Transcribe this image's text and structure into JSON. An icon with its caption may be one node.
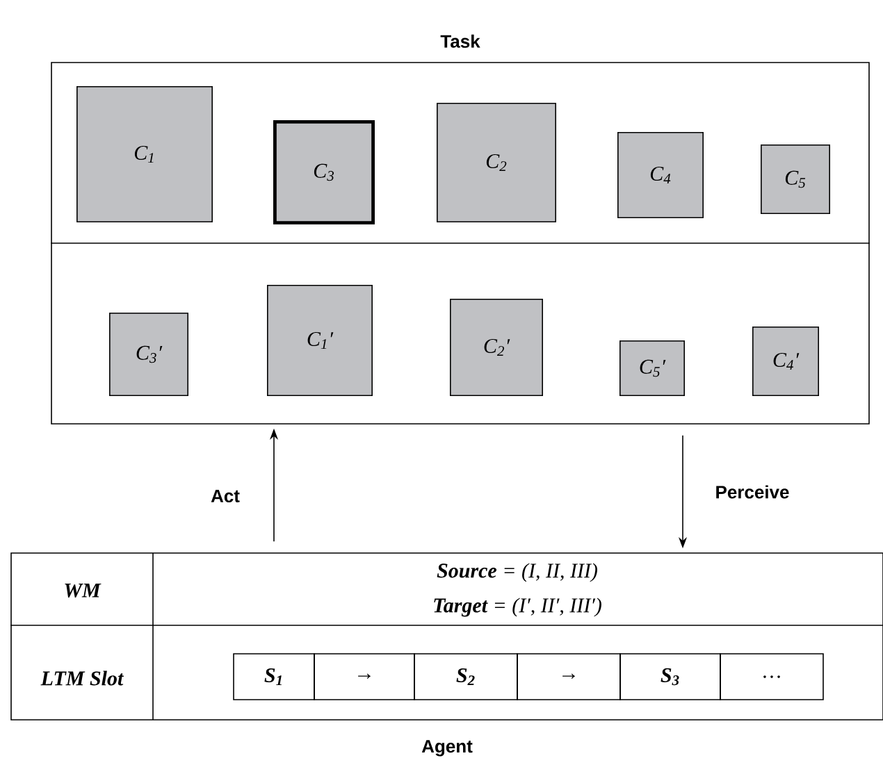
{
  "diagram": {
    "nodes": [
      {
        "text": [
          "Task"
        ]
      },
      {
        "text": [
          "C$_{1}$"
        ],
        "in": 0
      },
      {
        "text": [
          "C$_{3}$"
        ],
        "in": 0
      },
      {
        "text": [
          "C$_{2}$"
        ],
        "in": 0
      },
      {
        "text": [
          "C$_{4}$"
        ],
        "in": 0
      },
      {
        "text": [
          "C$_{5}$"
        ],
        "in": 0
      },
      {
        "text": [
          "C$_{3}$′"
        ],
        "in": 0
      },
      {
        "text": [
          "C$_{1}$′"
        ],
        "in": 0
      },
      {
        "text": [
          "C$_{2}$′"
        ],
        "in": 0
      },
      {
        "text": [
          "C$_{5}$′"
        ],
        "in": 0
      },
      {
        "text": [
          "C$_{4}$′"
        ],
        "in": 0
      },
      {
        "text": [
          "Agent"
        ]
      }
    ],
    "edges": [
      {
        "from": 11,
        "to": 0,
        "arrow": "to",
        "label": "Act"
      },
      {
        "from": 0,
        "to": 11,
        "arrow": "to",
        "label": "Perceive"
      }
    ],
    "labels": [
      "WM",
      "**Source** = (I, II, III)",
      "**Target** = (I′, II′, III′)",
      "LTM Slot",
      "S$_{1}$",
      "→",
      "S$_{2}$",
      "→",
      "S$_{3}$",
      "…"
    ]
  }
}
